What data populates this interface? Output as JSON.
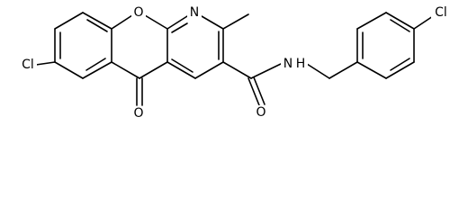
{
  "structure": {
    "atom_labels": {
      "cl_left": "Cl",
      "ring_oxygen": "O",
      "ring_nitrogen": "N",
      "ketone_oxygen": "O",
      "amide_oxygen": "O",
      "amide_nitrogen": "N",
      "amide_hydrogen": "H",
      "cl_right": "Cl"
    },
    "colors": {
      "bond": "#000000",
      "label": "#000000",
      "background": "#ffffff"
    }
  }
}
